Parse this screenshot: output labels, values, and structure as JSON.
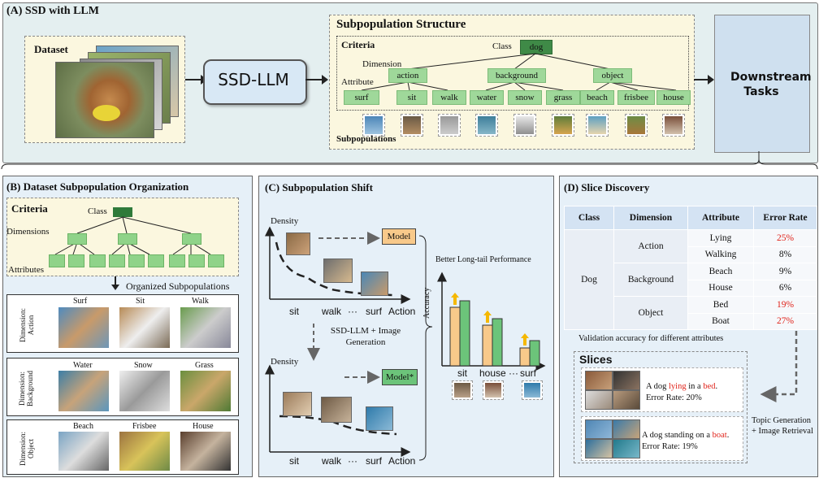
{
  "panelA": {
    "title": "(A) SSD with LLM",
    "dataset_label": "Dataset",
    "ssd_llm": "SSD-LLM",
    "structure_title": "Subpopulation Structure",
    "criteria": "Criteria",
    "class_label": "Class",
    "class_value": "dog",
    "dimension_label": "Dimension",
    "attribute_label": "Attribute",
    "dimensions": [
      "action",
      "background",
      "object"
    ],
    "attributes": [
      "surf",
      "sit",
      "walk",
      "water",
      "snow",
      "grass",
      "beach",
      "frisbee",
      "house"
    ],
    "subpopulations_label": "Subpopulations",
    "downstream": "Downstream Tasks"
  },
  "panelB": {
    "title": "(B) Dataset Subpopulation Organization",
    "criteria": "Criteria",
    "class_label": "Class",
    "dimensions_label": "Dimensions",
    "attributes_label": "Attributes",
    "organized": "Organized Subpopulations",
    "groups": [
      {
        "dimension": "Dimension: Action",
        "attrs": [
          "Surf",
          "Sit",
          "Walk"
        ]
      },
      {
        "dimension": "Dimension: Background",
        "attrs": [
          "Water",
          "Snow",
          "Grass"
        ]
      },
      {
        "dimension": "Dimension: Object",
        "attrs": [
          "Beach",
          "Frisbee",
          "House"
        ]
      }
    ]
  },
  "panelC": {
    "title": "(C) Subpopulation Shift",
    "density": "Density",
    "model": "Model",
    "model_star": "Model*",
    "x_ticks": [
      "sit",
      "walk",
      "···",
      "surf",
      "Action"
    ],
    "ssd_gen": "SSD-LLM + Image Generation",
    "long_tail": "Better Long-tail Performance",
    "accuracy": "Accuracy",
    "bar_ticks": [
      "sit",
      "house",
      "···",
      "surf"
    ]
  },
  "chart_data": {
    "type": "bar",
    "title": "Better Long-tail Performance",
    "ylabel": "Accuracy",
    "categories": [
      "sit",
      "house",
      "···",
      "surf"
    ],
    "series": [
      {
        "values": [
          0.72,
          0.5,
          null,
          0.22
        ]
      },
      {
        "values": [
          0.8,
          0.58,
          null,
          0.31
        ]
      }
    ]
  },
  "panelD": {
    "title": "(D) Slice Discovery",
    "headers": [
      "Class",
      "Dimension",
      "Attribute",
      "Error Rate"
    ],
    "class_value": "Dog",
    "rows": [
      {
        "dimension": "Action",
        "attribute": "Lying",
        "rate": "25%",
        "highlight": true
      },
      {
        "dimension": "",
        "attribute": "Walking",
        "rate": "8%",
        "highlight": false
      },
      {
        "dimension": "Background",
        "attribute": "Beach",
        "rate": "9%",
        "highlight": false
      },
      {
        "dimension": "",
        "attribute": "House",
        "rate": "6%",
        "highlight": false
      },
      {
        "dimension": "Object",
        "attribute": "Bed",
        "rate": "19%",
        "highlight": true
      },
      {
        "dimension": "",
        "attribute": "Boat",
        "rate": "27%",
        "highlight": true
      }
    ],
    "validation": "Validation accuracy for different attributes",
    "slices_title": "Slices",
    "slice1_pre": "A dog ",
    "slice1_w1": "lying",
    "slice1_mid": " in a ",
    "slice1_w2": "bed",
    "slice1_end": ".",
    "slice1_err": "Error Rate: 20%",
    "slice2_pre": "A dog standing on a ",
    "slice2_w": "boat",
    "slice2_end": ".",
    "slice2_err": "Error Rate: 19%",
    "topic1": "Topic Generation",
    "topic2": "+ Image Retrieval"
  },
  "colors": {
    "panel_bg": "#e6f0f8",
    "node": "#9fd89a",
    "node_dark": "#3f8a47",
    "bar_orange": "#f8c98a",
    "bar_green": "#6cc47a",
    "red": "#e0241b"
  }
}
